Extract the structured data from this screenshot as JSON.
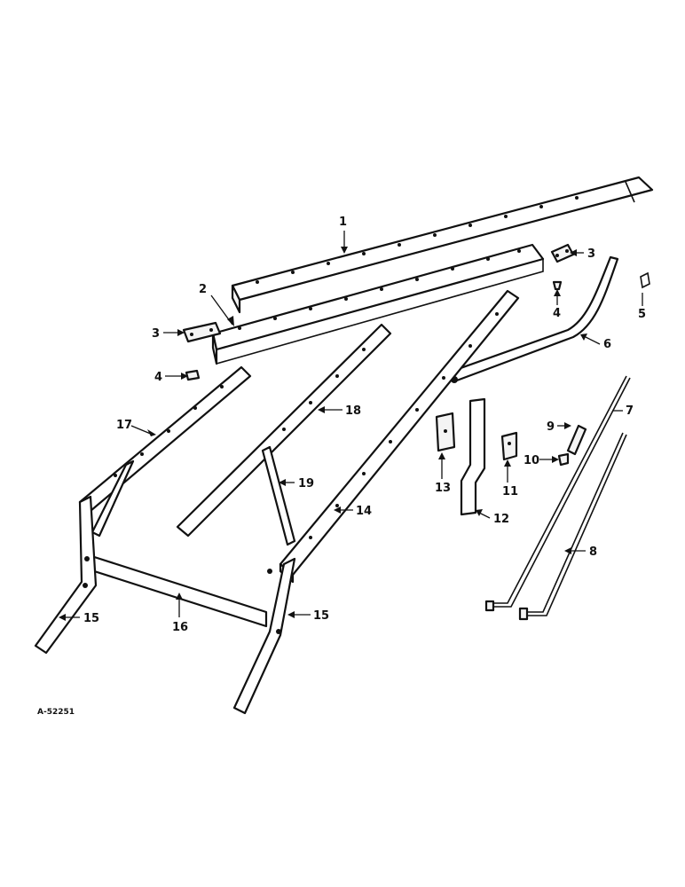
{
  "diagram": {
    "drawing_code": "A-52251",
    "callouts": [
      "1",
      "2",
      "3",
      "3",
      "4",
      "4",
      "5",
      "6",
      "7",
      "8",
      "9",
      "10",
      "11",
      "12",
      "13",
      "14",
      "15",
      "15",
      "16",
      "17",
      "18",
      "19"
    ]
  }
}
